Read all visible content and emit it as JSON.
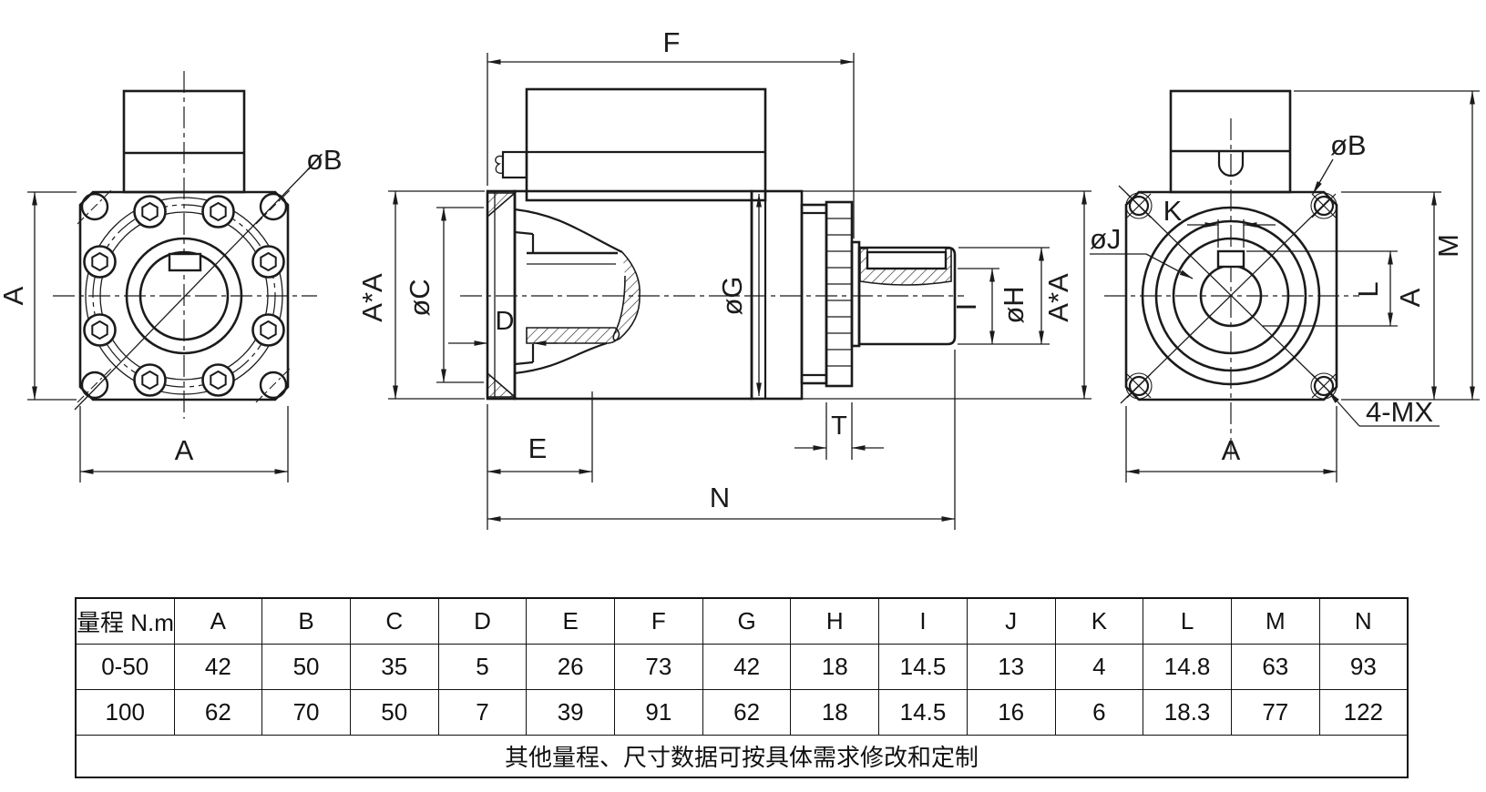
{
  "labels": {
    "front": {
      "dia_b": "øB",
      "a_left": "A",
      "a_bottom": "A"
    },
    "section": {
      "f": "F",
      "a_a_left": "A*A",
      "dia_c": "øC",
      "d": "D",
      "e": "E",
      "n": "N",
      "dia_g": "øG",
      "t": "T",
      "i": "I",
      "dia_h": "øH",
      "a_a_right": "A*A"
    },
    "side": {
      "dia_b": "øB",
      "k": "K",
      "dia_j": "øJ",
      "l": "L",
      "a_right": "A",
      "m": "M",
      "a_bottom": "A",
      "screws": "4-MX"
    }
  },
  "table": {
    "headers": [
      "量程 N.m",
      "A",
      "B",
      "C",
      "D",
      "E",
      "F",
      "G",
      "H",
      "I",
      "J",
      "K",
      "L",
      "M",
      "N"
    ],
    "rows": [
      [
        "0-50",
        "42",
        "50",
        "35",
        "5",
        "26",
        "73",
        "42",
        "18",
        "14.5",
        "13",
        "4",
        "14.8",
        "63",
        "93"
      ],
      [
        "100",
        "62",
        "70",
        "50",
        "7",
        "39",
        "91",
        "62",
        "18",
        "14.5",
        "16",
        "6",
        "18.3",
        "77",
        "122"
      ]
    ],
    "footer": "其他量程、尺寸数据可按具体需求修改和定制"
  }
}
